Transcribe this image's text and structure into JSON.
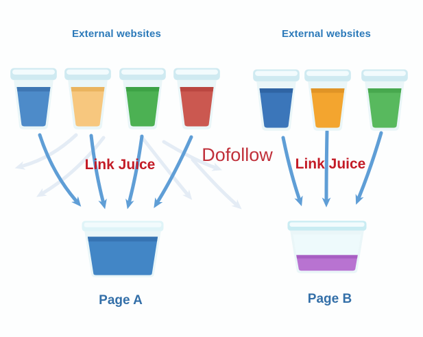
{
  "diagram": {
    "title_left": "External websites",
    "title_right": "External websites",
    "link_juice_left": "Link Juice",
    "link_juice_right": "Link Juice",
    "dofollow": "Dofollow",
    "page_a_label": "Page A",
    "page_b_label": "Page B"
  },
  "colors": {
    "background": "#fdfefe",
    "heading_blue": "#2b79b9",
    "page_label_blue": "#336fa8",
    "link_juice_red": "#c31b26",
    "dofollow_red": "#c0303a",
    "arrow_blue": "#5f9ed6",
    "arrow_faint": "#e4ecf5",
    "cup_body": "#eaf6f8",
    "cup_rim": "#cfeaf1",
    "cup_rim_highlight": "#f2fbfd",
    "big_cup_rim_a": "#dff4f8",
    "big_cup_rim_b": "#c9ecf2",
    "big_cup_interior_b": "#eefafc"
  },
  "cups": {
    "left": [
      {
        "name": "blue",
        "liquid": "#4d8bc9",
        "surface": "#3e76b2"
      },
      {
        "name": "peach",
        "liquid": "#f7c77e",
        "surface": "#eab35e"
      },
      {
        "name": "green",
        "liquid": "#4cb153",
        "surface": "#3da245"
      },
      {
        "name": "red",
        "liquid": "#cb5850",
        "surface": "#ba4640"
      }
    ],
    "right": [
      {
        "name": "blue",
        "liquid": "#3b76ba",
        "surface": "#2f64a4"
      },
      {
        "name": "orange",
        "liquid": "#f3a52f",
        "surface": "#e09426"
      },
      {
        "name": "green",
        "liquid": "#58b95e",
        "surface": "#47a84e"
      }
    ],
    "page_a": {
      "liquid": "#4286c6",
      "surface": "#3673b2",
      "fill_level": "full"
    },
    "page_b": {
      "liquid": "#b873d1",
      "surface": "#a75ec3",
      "fill_level": "low"
    }
  }
}
